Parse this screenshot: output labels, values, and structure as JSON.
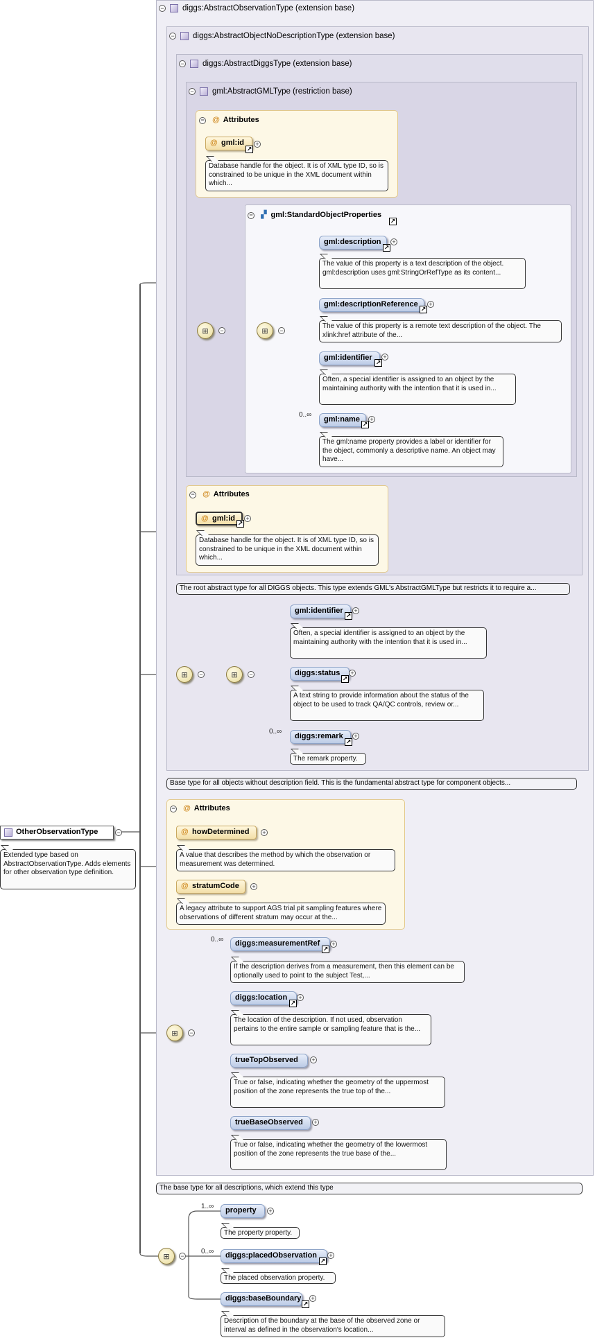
{
  "colors": {
    "connector": "#555555",
    "element_fill": "#bccbe6",
    "attribute_fill": "#f3dfa8",
    "panel_border": "#b9b9c9"
  },
  "root": {
    "name": "OtherObservationType",
    "description": "Extended type based on AbstractObservationType. Adds elements for other observation type definition."
  },
  "types": {
    "t1": "diggs:AbstractObservationType (extension base)",
    "t2": "diggs:AbstractObjectNoDescriptionType (extension base)",
    "t3": "diggs:AbstractDiggsType (extension base)",
    "t4": "gml:AbstractGMLType (restriction base)"
  },
  "gml_attrs": {
    "title": "Attributes",
    "name": "gml:id",
    "desc": "Database handle for the object. It is of XML type ID, so is constrained to be unique in the XML document within which..."
  },
  "std_props": {
    "title": "gml:StandardObjectProperties",
    "items": [
      {
        "name": "gml:description",
        "desc": "The value of this property is a text description of the object. gml:description uses gml:StringOrRefType as its content..."
      },
      {
        "name": "gml:descriptionReference",
        "desc": "The value of this property is a remote text description of the object. The xlink:href attribute of the..."
      },
      {
        "name": "gml:identifier",
        "desc": "Often, a special identifier is assigned to an object by the maintaining authority with the intention that it is used in..."
      },
      {
        "name": "gml:name",
        "card": "0..∞",
        "desc": "The gml:name property provides a label or identifier for the object, commonly a descriptive name. An object may have..."
      }
    ]
  },
  "diggs_attrs": {
    "title": "Attributes",
    "name": "gml:id",
    "desc": "Database handle for the object. It is of XML type ID, so is constrained to be unique in the XML document within which..."
  },
  "diggs_type_desc": "The root abstract type for all DIGGS objects. This type extends GML's AbstractGMLType but restricts it to require a...",
  "nodesc_seq": [
    {
      "name": "gml:identifier",
      "desc": "Often, a special identifier is assigned to an object by the maintaining authority with the intention that it is used in..."
    },
    {
      "name": "diggs:status",
      "desc": "A text string to provide information about the status of the object to be used to track QA/QC controls, review or..."
    },
    {
      "name": "diggs:remark",
      "card": "0..∞",
      "desc": "The remark property."
    }
  ],
  "nodesc_type_desc": "Base type for all objects without description field. This is the fundamental abstract type for component objects...",
  "obs_attrs": {
    "title": "Attributes",
    "items": [
      {
        "name": "howDetermined",
        "desc": "A value that describes the method by which the observation or measurement was determined."
      },
      {
        "name": "stratumCode",
        "desc": "A legacy attribute to support AGS trial pit sampling features where observations of different stratum may occur at the..."
      }
    ]
  },
  "obs_seq": [
    {
      "name": "diggs:measurementRef",
      "card": "0..∞",
      "desc": "If the description derives from a measurement, then this element can be optionally used to point to the subject Test,..."
    },
    {
      "name": "diggs:location",
      "desc": "The location of the description. If not used, observation pertains to the entire sample or sampling feature that is the..."
    },
    {
      "name": "trueTopObserved",
      "desc": "True or false, indicating whether the geometry of the uppermost position of the zone represents the true top of the..."
    },
    {
      "name": "trueBaseObserved",
      "desc": "True or false, indicating whether the geometry of the lowermost position of the zone represents the true base of the..."
    }
  ],
  "obs_type_desc": "The base type for all descriptions, which extend this type",
  "other_seq": [
    {
      "name": "property",
      "card": "1..∞",
      "desc": "The property property."
    },
    {
      "name": "diggs:placedObservation",
      "card": "0..∞",
      "desc": "The placed observation property."
    },
    {
      "name": "diggs:baseBoundary",
      "desc": "Description of the boundary at the base of the observed zone or interval as defined in the observation's location..."
    }
  ],
  "icons": {
    "collapse": "⊖",
    "expand": "⊕",
    "link": "↗",
    "attribute": "@",
    "sequence": "sequence-icon"
  }
}
